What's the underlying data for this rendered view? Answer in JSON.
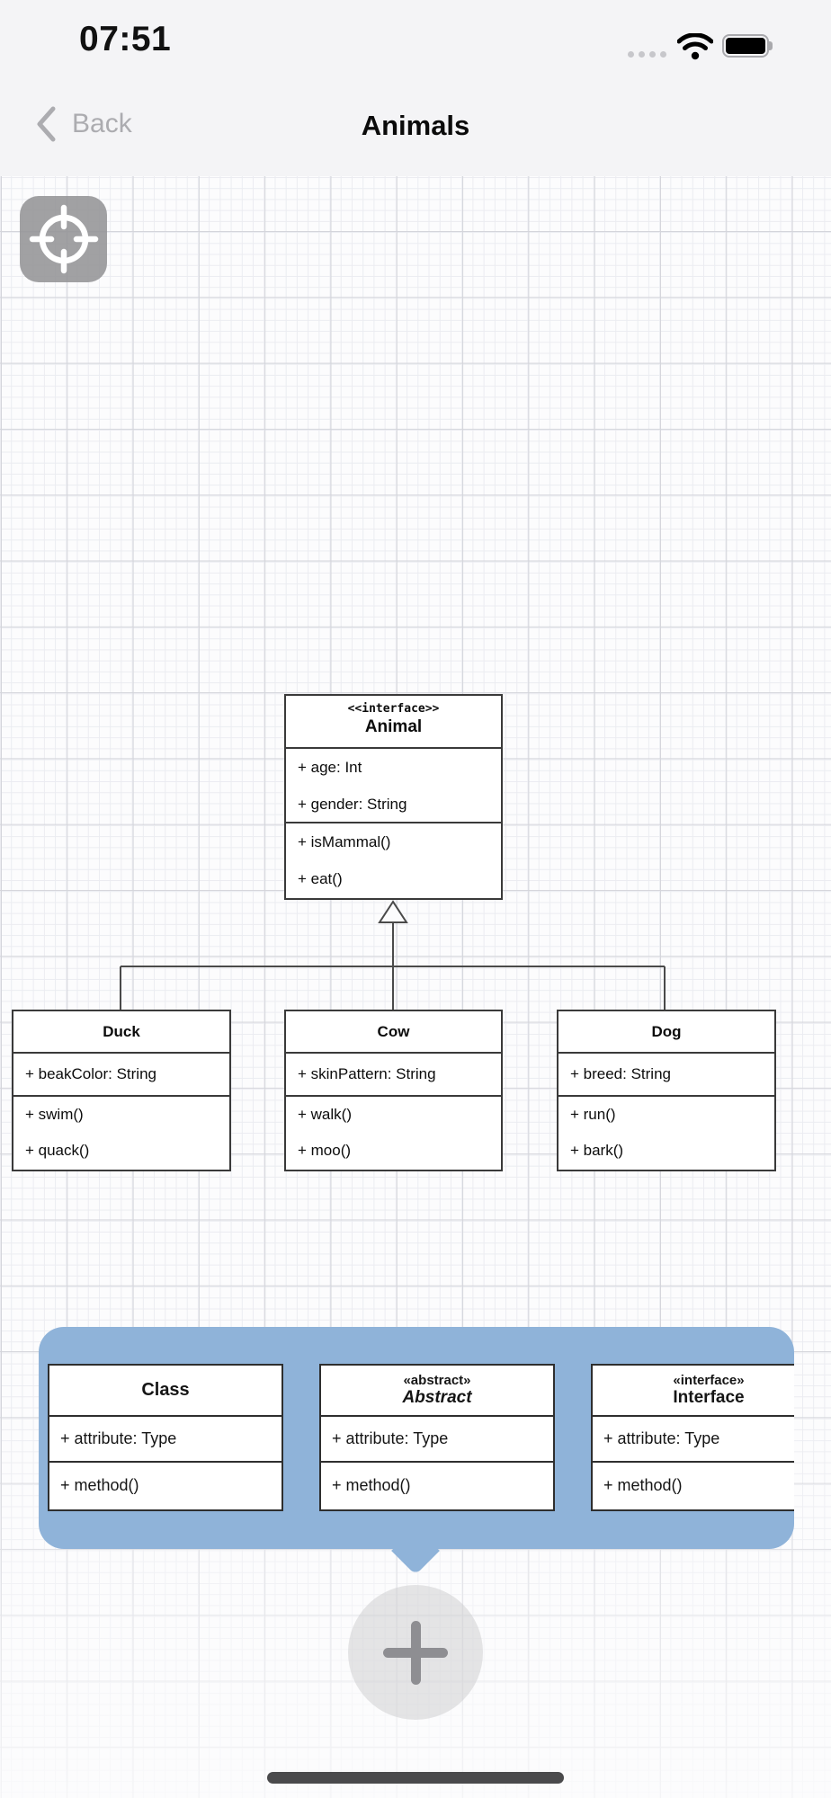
{
  "status_bar": {
    "time": "07:51"
  },
  "nav_bar": {
    "back_label": "Back",
    "title": "Animals"
  },
  "canvas": {
    "classes": [
      {
        "id": "animal",
        "stereotype": "<<interface>>",
        "name": "Animal",
        "attributes": [
          "+ age: Int",
          "+ gender: String"
        ],
        "methods": [
          "+ isMammal()",
          "+ eat()"
        ]
      },
      {
        "id": "duck",
        "name": "Duck",
        "attributes": [
          "+ beakColor: String"
        ],
        "methods": [
          "+ swim()",
          "+ quack()"
        ]
      },
      {
        "id": "cow",
        "name": "Cow",
        "attributes": [
          "+ skinPattern: String"
        ],
        "methods": [
          "+ walk()",
          "+ moo()"
        ]
      },
      {
        "id": "dog",
        "name": "Dog",
        "attributes": [
          "+ breed: String"
        ],
        "methods": [
          "+ run()",
          "+ bark()"
        ]
      }
    ],
    "relationship": "inheritance (Duck, Cow, Dog realize Animal)"
  },
  "palette": {
    "templates": [
      {
        "name": "Class",
        "attribute": "+ attribute: Type",
        "method": "+ method()"
      },
      {
        "stereotype": "«abstract»",
        "name": "Abstract",
        "attribute": "+ attribute: Type",
        "method": "+ method()"
      },
      {
        "stereotype": "«interface»",
        "name": "Interface",
        "attribute": "+ attribute: Type",
        "method": "+ method()"
      }
    ]
  },
  "colors": {
    "bubble": "#8fb3d9",
    "grid_major": "#d4d5db",
    "grid_minor": "#ebecf1",
    "box_border": "#3a3a3a"
  }
}
